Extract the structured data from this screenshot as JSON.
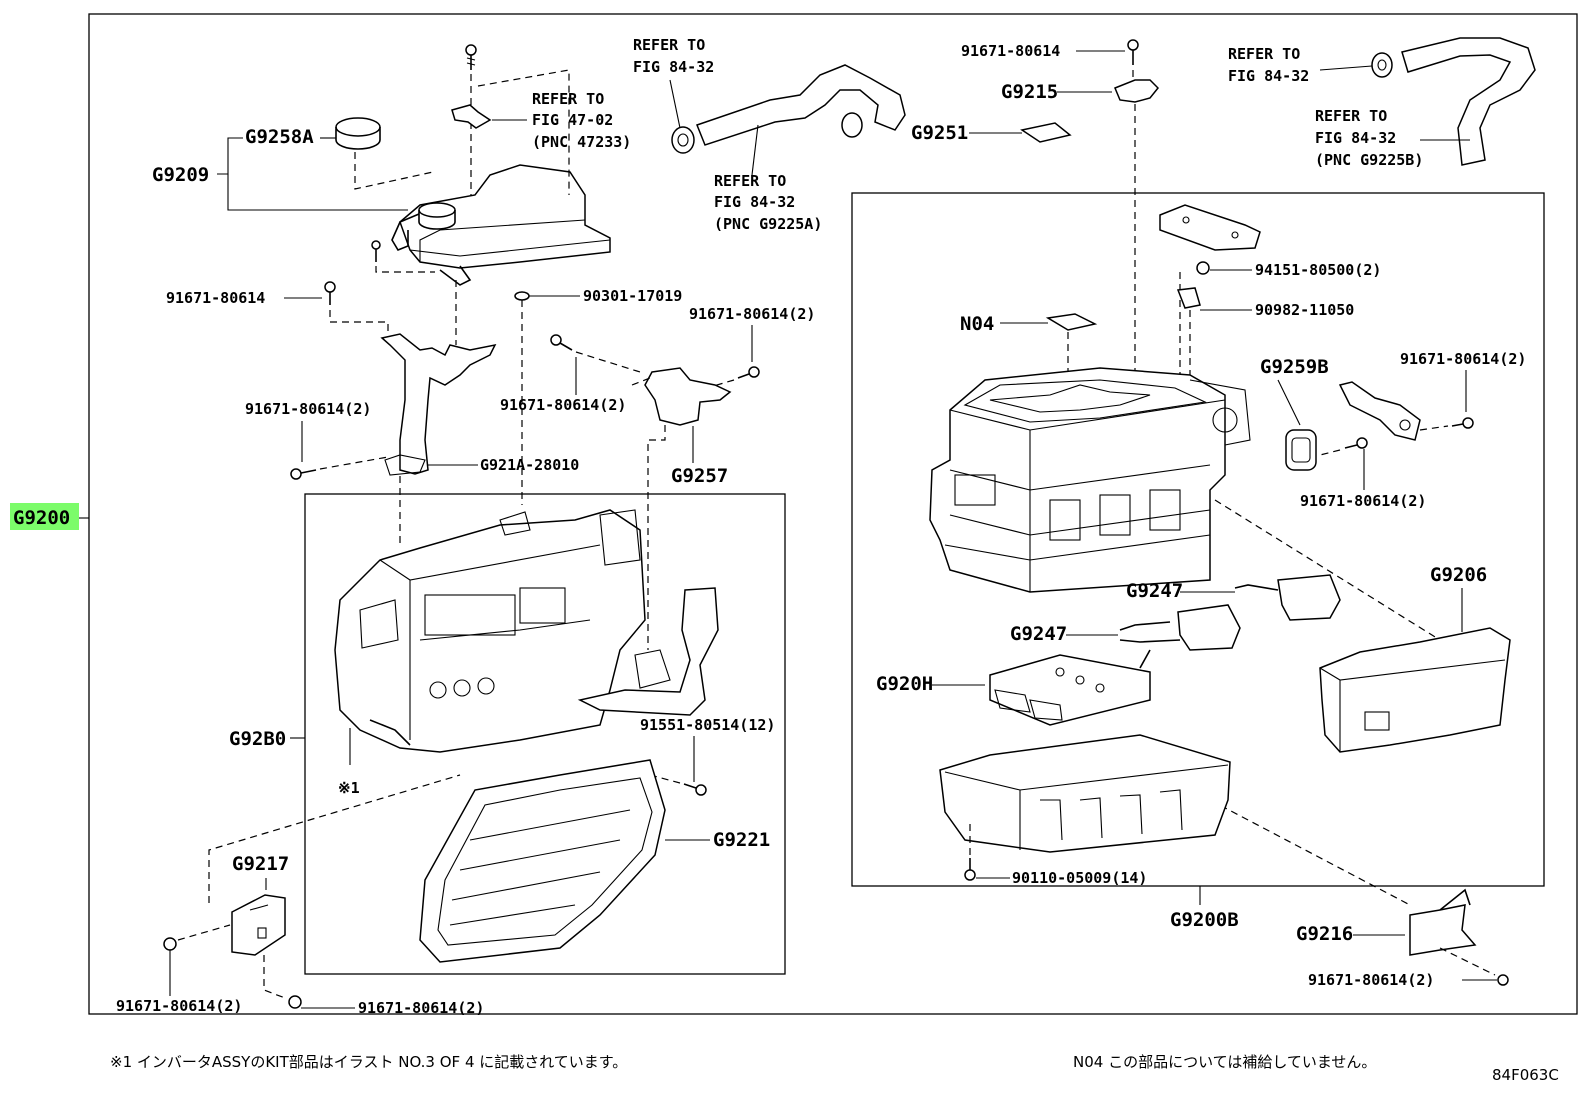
{
  "highlight_color": "#7CFC6A",
  "labels": {
    "g9200": "G9200",
    "g9258a": "G9258A",
    "g9209": "G9209",
    "p91671_a": "91671-80614",
    "p90301": "90301-17019",
    "p91671_b": "91671-80614(2)",
    "p91671_c": "91671-80614(2)",
    "p91671_d": "91671-80614(2)",
    "g921a": "G921A-28010",
    "g9257": "G9257",
    "g92b0": "G92B0",
    "p91551": "91551-80514(12)",
    "g9221": "G9221",
    "g9217": "G9217",
    "p91671_e": "91671-80614(2)",
    "p91671_f": "91671-80614(2)",
    "mark1": "※1",
    "p91671_top": "91671-80614",
    "g9215": "G9215",
    "g9251": "G9251",
    "n04": "N04",
    "p94151": "94151-80500(2)",
    "p90982": "90982-11050",
    "g9259b": "G9259B",
    "p91671_g": "91671-80614(2)",
    "p91671_h": "91671-80614(2)",
    "g9247_a": "G9247",
    "g9247_b": "G9247",
    "g9206": "G9206",
    "g920h": "G920H",
    "p90110": "90110-05009(14)",
    "g9200b": "G9200B",
    "g9216": "G9216",
    "p91671_i": "91671-80614(2)"
  },
  "refs": {
    "ref1": [
      "REFER TO",
      "FIG 47-02",
      "(PNC 47233)"
    ],
    "ref2": [
      "REFER TO",
      "FIG 84-32"
    ],
    "ref3": [
      "REFER TO",
      "FIG 84-32",
      "(PNC G9225A)"
    ],
    "ref4": [
      "REFER TO",
      "FIG 84-32"
    ],
    "ref5": [
      "REFER TO",
      "FIG 84-32",
      "(PNC G9225B)"
    ]
  },
  "notes": {
    "note1": "※1 インバータASSYのKIT部品はイラスト NO.3 OF 4 に記載されています。",
    "note2": "N04 この部品については補給していません。",
    "figure_code": "84F063C"
  }
}
